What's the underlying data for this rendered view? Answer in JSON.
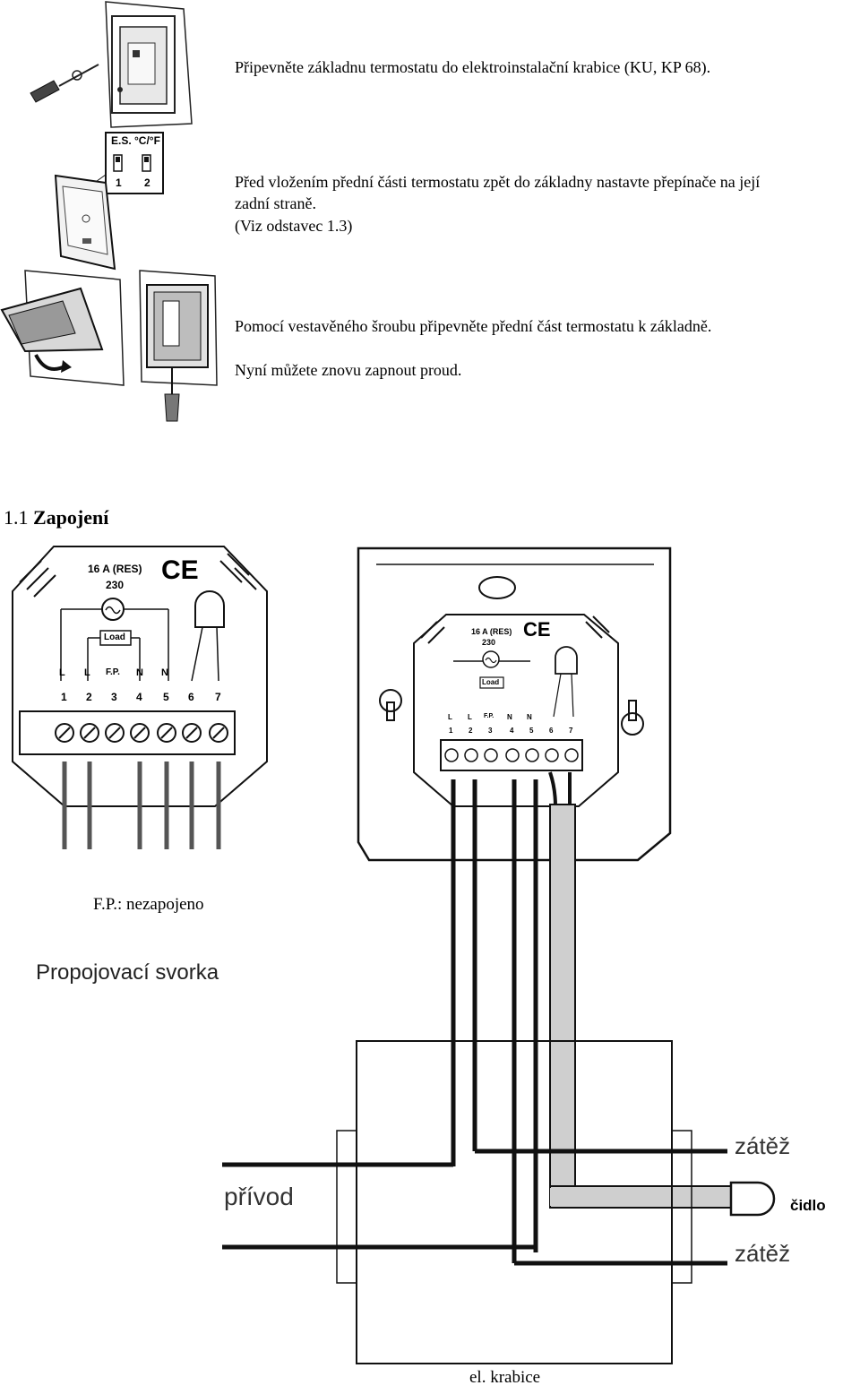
{
  "steps": [
    {
      "lines": [
        "Připevněte základnu termostatu do elektroinstalační krabice (KU, KP 68)."
      ]
    },
    {
      "lines": [
        "Před vložením přední části termostatu zpět do základny nastavte přepínače na její",
        "zadní straně.",
        "(Viz odstavec 1.3)"
      ]
    },
    {
      "lines": [
        "Pomocí vestavěného šroubu připevněte přední část termostatu k základně.",
        "Nyní můžete znovu zapnout proud."
      ]
    }
  ],
  "switch_panel": {
    "title_left": "E.S.",
    "title_right": "°C/°F",
    "num_1": "1",
    "num_2": "2"
  },
  "section": {
    "number": "1.1",
    "title": "Zapojení"
  },
  "diagram_left": {
    "rating": "16 A (RES)",
    "voltage": "230",
    "ce": "CE",
    "load": "Load",
    "terminal_labels": [
      "L",
      "L",
      "F.P.",
      "N",
      "N",
      "",
      ""
    ],
    "terminal_numbers": [
      "1",
      "2",
      "3",
      "4",
      "5",
      "6",
      "7"
    ]
  },
  "diagram_right": {
    "rating": "16 A (RES)",
    "voltage": "230",
    "ce": "CE",
    "load": "Load",
    "terminal_labels": [
      "L",
      "L",
      "F.P.",
      "N",
      "N",
      "",
      ""
    ],
    "terminal_numbers": [
      "1",
      "2",
      "3",
      "4",
      "5",
      "6",
      "7"
    ]
  },
  "notes": {
    "fp": "F.P.: nezapojeno",
    "connector": "Propojovací svorka"
  },
  "wiring_labels": {
    "load_top": "zátěž",
    "supply": "přívod",
    "sensor": "čidlo",
    "load_bottom": "zátěž",
    "box": "el. krabice"
  }
}
